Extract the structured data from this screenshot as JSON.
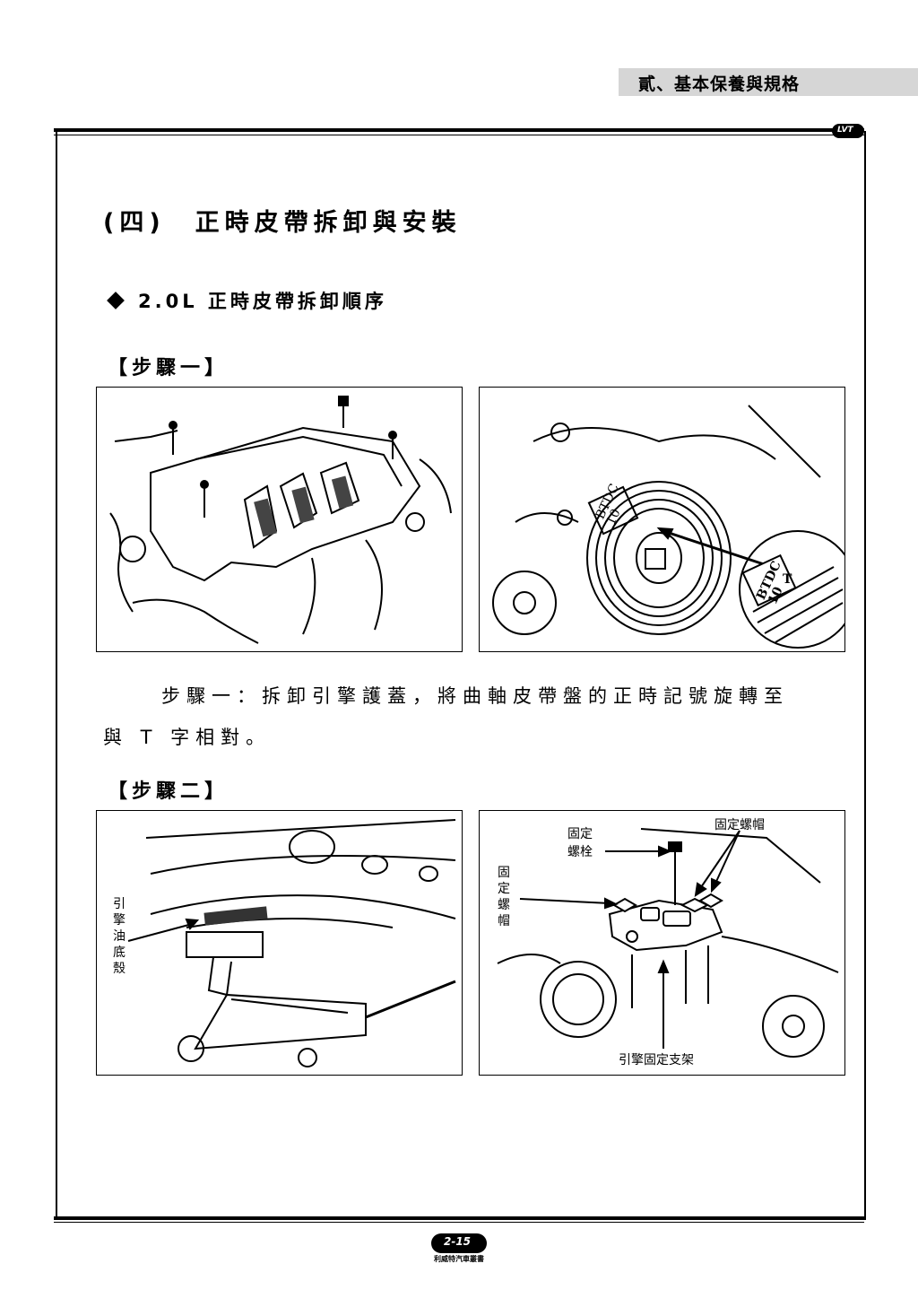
{
  "header": {
    "chapter": "貳、基本保養與規格",
    "logo_text": "LVT"
  },
  "section": {
    "title": "(四)　正時皮帶拆卸與安裝"
  },
  "subsection": {
    "title": "2.0L 正時皮帶拆卸順序"
  },
  "step1": {
    "heading": "【步驟一】",
    "caption_line1": "步驟一：拆卸引擎護蓋，將曲軸皮帶盤的正時記號旋轉至",
    "caption_line2": "與 T 字相對。",
    "pulley_label_btdc": "BTDC",
    "pulley_label_10": "10",
    "pulley_label_t": "T"
  },
  "step2": {
    "heading": "【步驟二】",
    "labels": {
      "oil_pan": "引擎油底殼",
      "fixing_bolt": "固定螺栓",
      "fixing_nut_right": "固定螺帽",
      "fixing_nut_left": "固定螺帽",
      "engine_bracket": "引擎固定支架"
    }
  },
  "footer": {
    "page": "2-15",
    "publisher": "利威特汽車叢書"
  }
}
